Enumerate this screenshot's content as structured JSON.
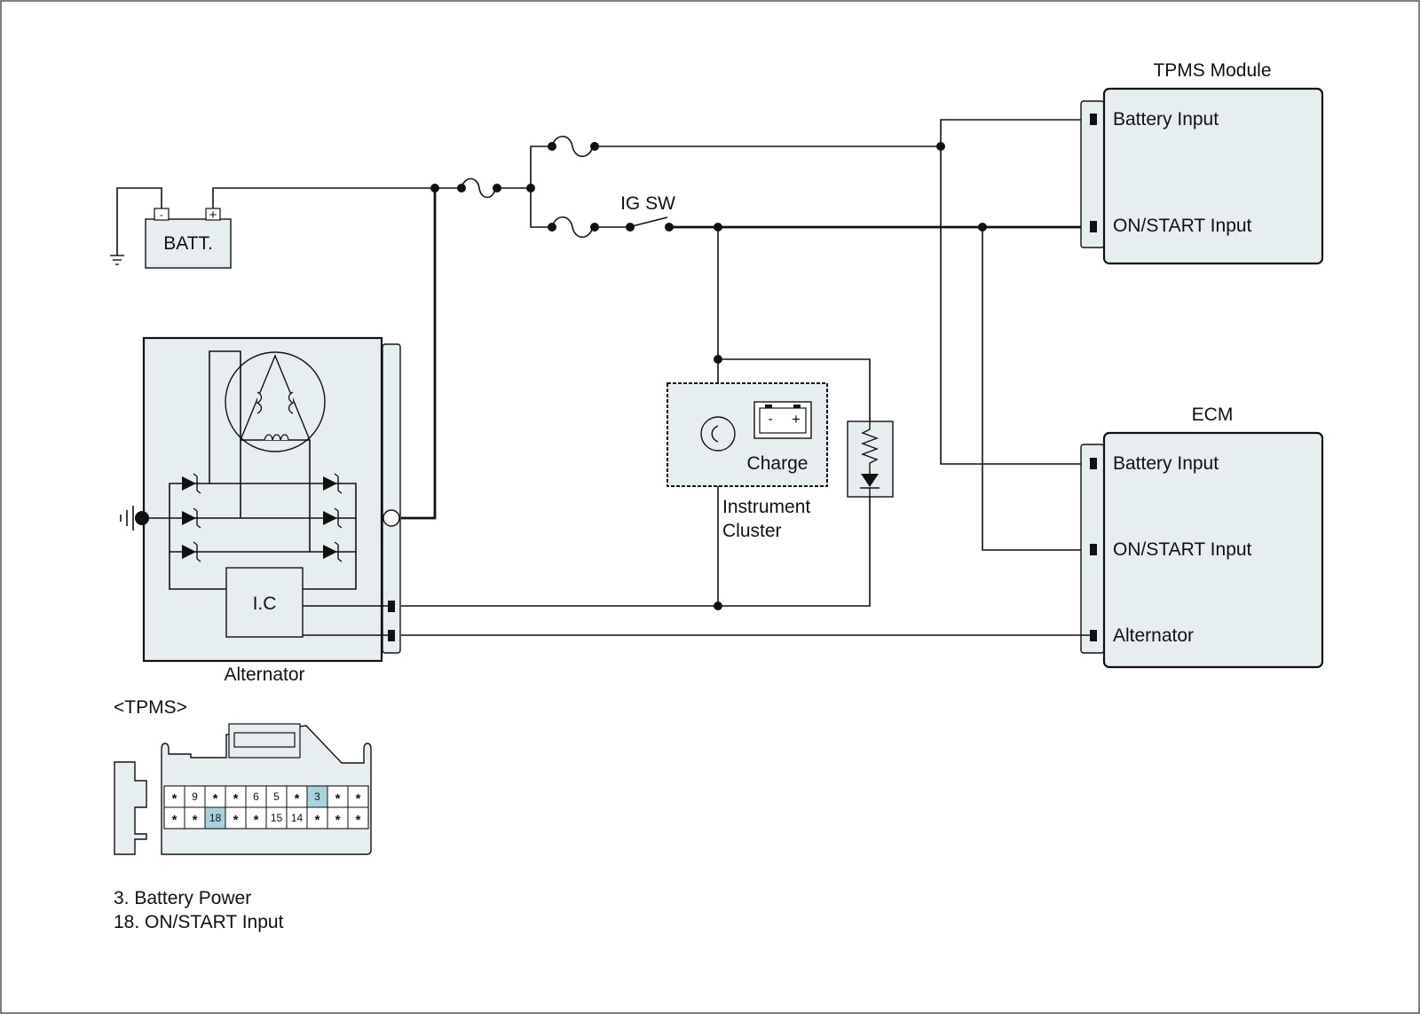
{
  "battery": {
    "label": "BATT.",
    "minus": "-",
    "plus": "+"
  },
  "switch": {
    "label": "IG SW"
  },
  "tpms_module": {
    "title": "TPMS Module",
    "pins": [
      "Battery Input",
      "ON/START Input"
    ]
  },
  "ecm": {
    "title": "ECM",
    "pins": [
      "Battery Input",
      "ON/START Input",
      "Alternator"
    ]
  },
  "cluster": {
    "label_line1": "Instrument",
    "label_line2": "Cluster",
    "charge_label": "Charge",
    "minus": "-",
    "plus": "+"
  },
  "alternator": {
    "label": "Alternator",
    "ic_label": "I.C"
  },
  "connector": {
    "title": "<TPMS>",
    "top_row": [
      "*",
      "9",
      "*",
      "*",
      "6",
      "5",
      "*",
      "3",
      "*",
      "*"
    ],
    "bottom_row": [
      "*",
      "*",
      "18",
      "*",
      "*",
      "15",
      "14",
      "*",
      "*",
      "*"
    ],
    "highlighted": [
      "3",
      "18"
    ],
    "highlight_color": "#a9d3dc"
  },
  "legend": [
    "3. Battery Power",
    "18. ON/START Input"
  ],
  "colors": {
    "module_fill": "#e6eef0",
    "line": "#111111"
  }
}
